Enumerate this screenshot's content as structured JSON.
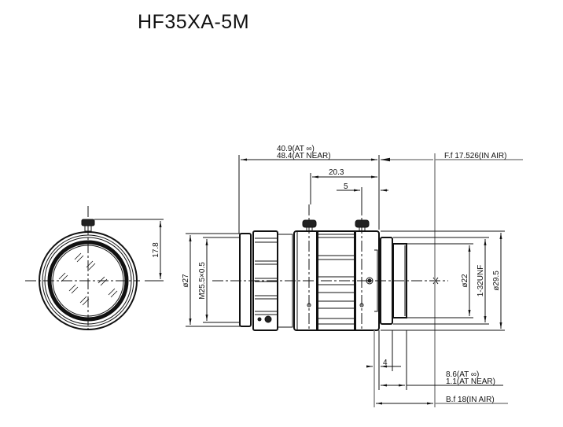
{
  "title": "HF35XA-5M",
  "dimensions": {
    "overall_inf": "40.9(AT ∞)",
    "overall_near": "48.4(AT NEAR)",
    "flange_focal": "F.f  17.526(IN AIR)",
    "knob_spacing": "20.3",
    "knob_offset": "5",
    "height_knob": "17.8",
    "front_dia": "ø27",
    "filter_thread": "M25.5×0.5",
    "rear_dia": "ø22",
    "mount_thread": "1-32UNF",
    "body_dia": "ø29.5",
    "mount_len": "4",
    "back_inf": "8.6(AT ∞)",
    "back_near": "1.1(AT NEAR)",
    "back_focal": "B.f  18(IN AIR)"
  }
}
